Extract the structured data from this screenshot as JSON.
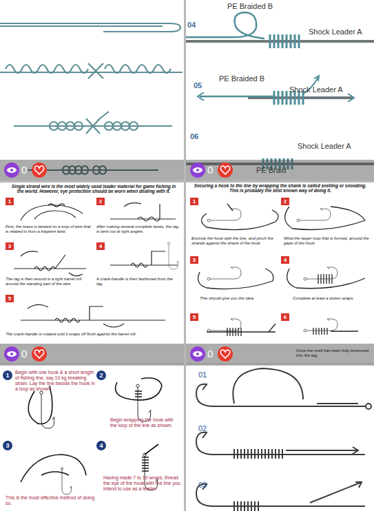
{
  "diagram": {
    "nodes": [
      {
        "text": [
          "0"
        ]
      },
      {
        "text": [
          "0"
        ]
      },
      {
        "text": [
          "1"
        ]
      },
      {
        "text": [
          "2"
        ]
      },
      {
        "text": [
          "3"
        ]
      },
      {
        "text": [
          "4"
        ]
      },
      {
        "text": [
          "5"
        ]
      },
      {
        "text": [
          "0"
        ]
      },
      {
        "text": [
          "1"
        ]
      },
      {
        "text": [
          "2"
        ]
      },
      {
        "text": [
          "3"
        ]
      },
      {
        "text": [
          "4"
        ]
      },
      {
        "text": [
          "5"
        ]
      },
      {
        "text": [
          "6"
        ]
      },
      {
        "text": [
          "0"
        ]
      },
      {
        "text": [
          "1"
        ]
      },
      {
        "text": [
          "2"
        ]
      },
      {
        "text": [
          "3"
        ]
      },
      {
        "text": [
          "4"
        ]
      }
    ],
    "labels": [
      "04",
      "PE Braided B",
      "Shock Leader A",
      "05",
      "PE Braided B",
      "Shock Leader A",
      "06",
      "Shock Leader A",
      "PE Braid",
      "Single strand wire is the most widely used leader material for game fishing in the world. However, eye protection should be worn when dealing with it.",
      "First, the brass is twisted on a loop of wire that is related to from a Haywire twist.",
      "After making several complete twists, the tag is bent out at right angles.",
      "The tag is then wound in a tight barrel roll around the standing part of the wire.",
      "A crank-handle is then fashioned from the tag.",
      "The crank-handle is rotated until it snaps off flush against the barrel roll.",
      "Securing a hook to the line by wrapping the shank is called snelling or snooding. This is probably the best known way of doing it.",
      "Encircle the hook with the line, and pinch the strands against the shank of the hook.",
      "Wind the larger loop that is formed, around the gape of the hook.",
      "This should give you the idea.",
      "Complete at least a dozen wraps.",
      "Once the snell has been fully tensioned, trim the tag.",
      "Begin with one hook & a short length of fishing line, say 10 kg breaking strain. Lay the line beside the hook in a loop as shown.",
      "Begin wrapping the hook with the loop of the line as shown.",
      "This is the most effective method of doing so.",
      "Having made 7 to 10 wraps, thread the eye of the hook with the line you intend to use as a leader.",
      "01",
      "02",
      "03"
    ]
  }
}
